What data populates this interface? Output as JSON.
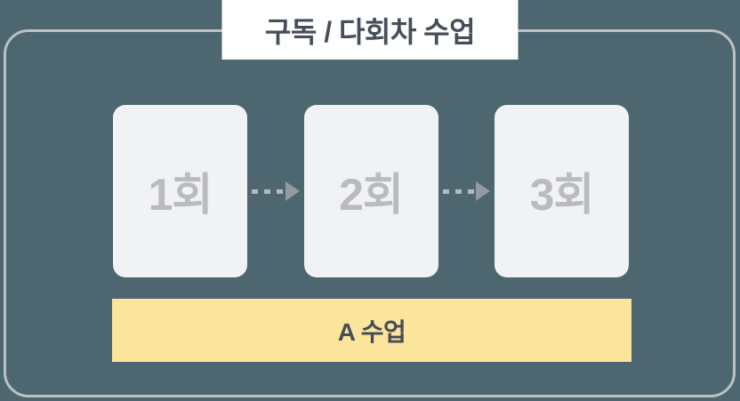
{
  "frame": {
    "title": "구독 / 다회차 수업"
  },
  "cards": [
    {
      "label": "1회"
    },
    {
      "label": "2회"
    },
    {
      "label": "3회"
    }
  ],
  "arrows": [
    {
      "icon": "dashed-arrow-right"
    },
    {
      "icon": "dashed-arrow-right"
    }
  ],
  "class_bar": {
    "label": "A 수업"
  },
  "colors": {
    "background": "#4D6670",
    "frame_border": "#BDC1C3",
    "title_bg": "#FFFFFF",
    "title_text": "#474E5B",
    "card_bg": "#F1F2F4",
    "card_text": "#B9BBBF",
    "arrow_dash": "#B6BABD",
    "arrow_head": "#939AA0",
    "bar_bg": "#FBE49B",
    "bar_text": "#454C58"
  }
}
